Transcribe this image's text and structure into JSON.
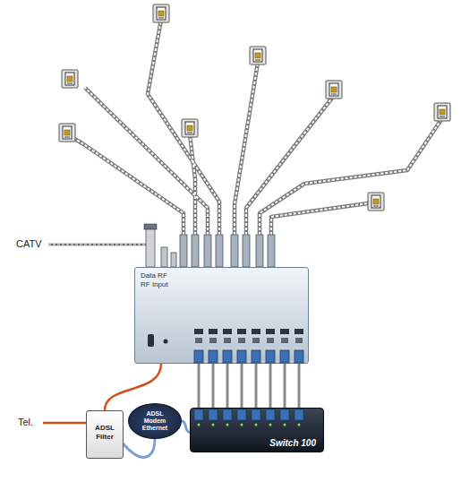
{
  "diagram": {
    "nodes": [
      {
        "text": [
          "Data RF",
          "RF Input"
        ]
      },
      {
        "text": [
          "ADSL Filter"
        ]
      },
      {
        "text": [
          "ADSL Modem Ethernet"
        ]
      },
      {
        "text": [
          "Switch 100"
        ]
      }
    ],
    "edges": [
      {
        "from": 0,
        "to": 1,
        "arrow": "none"
      },
      {
        "from": 1,
        "to": 2,
        "arrow": "none"
      },
      {
        "from": 2,
        "to": 3,
        "arrow": "none"
      },
      {
        "from": 3,
        "to": 0,
        "arrow": "none"
      },
      {
        "from": 3,
        "to": 0,
        "arrow": "none"
      },
      {
        "from": 3,
        "to": 0,
        "arrow": "none"
      },
      {
        "from": 3,
        "to": 0,
        "arrow": "none"
      },
      {
        "from": 3,
        "to": 0,
        "arrow": "none"
      },
      {
        "from": 3,
        "to": 0,
        "arrow": "none"
      },
      {
        "from": 3,
        "to": 0,
        "arrow": "none"
      },
      {
        "from": 3,
        "to": 0,
        "arrow": "none"
      }
    ],
    "labels": [
      "CATV",
      "Tel."
    ]
  }
}
